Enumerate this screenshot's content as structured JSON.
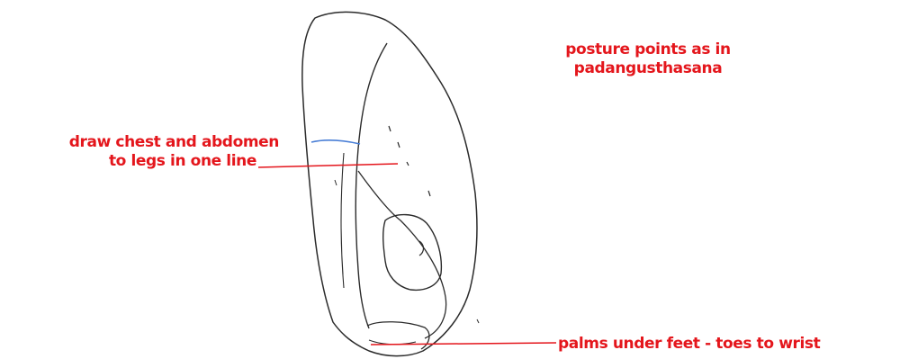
{
  "annotations": {
    "posture_points": {
      "line1": "posture points as in",
      "line2": "padangusthasana"
    },
    "chest_abdomen": {
      "line1": "draw chest and abdomen",
      "line2": "to legs in one line"
    },
    "palms": {
      "line1": "palms under feet - toes to wrist"
    }
  },
  "colors": {
    "annotation_text": "#e4161c",
    "leader_line": "#e4161c",
    "figure_outline": "#2b2b2b",
    "marker_line": "#4a7fd6"
  }
}
